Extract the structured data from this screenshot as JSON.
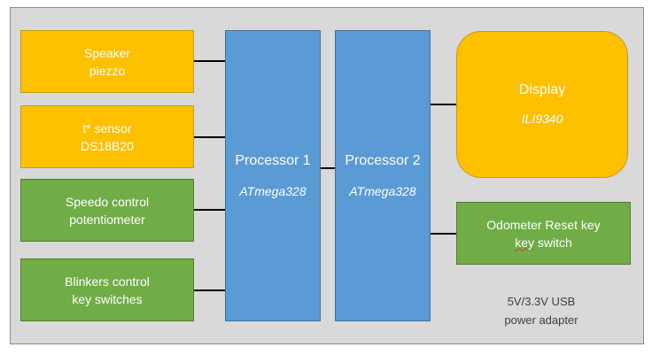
{
  "blocks": {
    "speaker": {
      "title": "Speaker",
      "subtitle": "piezzo"
    },
    "temp_sensor": {
      "title": "t* sensor",
      "subtitle": "DS18B20"
    },
    "speedo": {
      "title": "Speedo control",
      "subtitle": "potentiometer"
    },
    "blinkers": {
      "title": "Blinkers control",
      "subtitle": "key switches"
    },
    "processor1": {
      "title": "Processor 1",
      "subtitle": "ATmega328"
    },
    "processor2": {
      "title": "Processor 2",
      "subtitle": "ATmega328"
    },
    "display": {
      "title": "Display",
      "subtitle": "ILI9340"
    },
    "odometer": {
      "title": "Odometer Reset key",
      "subtitle_word1": "key",
      "subtitle_word2": "switch"
    }
  },
  "power": {
    "line1": "5V/3.3V USB",
    "line2": "power adapter"
  },
  "colors": {
    "background": "#d9d9d9",
    "input_orange": "#ffc000",
    "input_green": "#70ad47",
    "processor_blue": "#5b9bd5",
    "connector": "#000000"
  }
}
